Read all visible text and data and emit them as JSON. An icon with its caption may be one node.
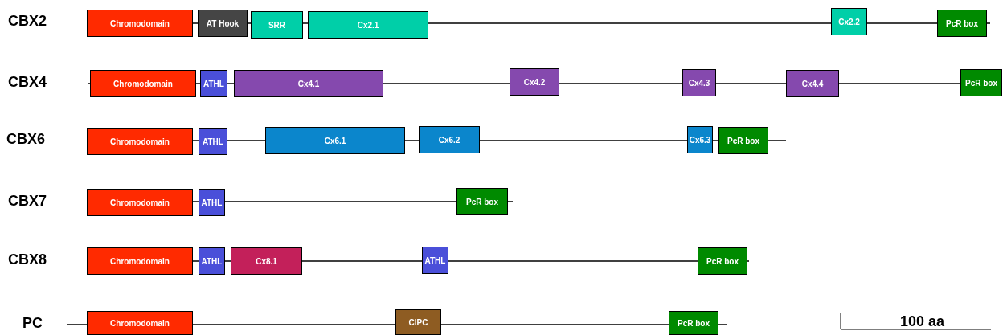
{
  "diagram": {
    "nodes": [
      {
        "text": [
          "Chromodomain"
        ]
      },
      {
        "text": [
          "AT Hook"
        ]
      },
      {
        "text": [
          "SRR"
        ]
      },
      {
        "text": [
          "Cx2.1"
        ]
      },
      {
        "text": [
          "Cx2.2"
        ]
      },
      {
        "text": [
          "PcR box"
        ]
      },
      {
        "text": [
          "Chromodomain"
        ]
      },
      {
        "text": [
          "ATHL"
        ]
      },
      {
        "text": [
          "Cx4.1"
        ]
      },
      {
        "text": [
          "Cx4.2"
        ]
      },
      {
        "text": [
          "Cx4.3"
        ]
      },
      {
        "text": [
          "Cx4.4"
        ]
      },
      {
        "text": [
          "PcR box"
        ]
      },
      {
        "text": [
          "Chromodomain"
        ]
      },
      {
        "text": [
          "ATHL"
        ]
      },
      {
        "text": [
          "Cx6.1"
        ]
      },
      {
        "text": [
          "Cx6.2"
        ]
      },
      {
        "text": [
          "Cx6.3"
        ]
      },
      {
        "text": [
          "PcR box"
        ]
      },
      {
        "text": [
          "Chromodomain"
        ]
      },
      {
        "text": [
          "ATHL"
        ]
      },
      {
        "text": [
          "PcR box"
        ]
      },
      {
        "text": [
          "Chromodomain"
        ]
      },
      {
        "text": [
          "ATHL"
        ]
      },
      {
        "text": [
          "Cx8.1"
        ]
      },
      {
        "text": [
          "ATHL"
        ]
      },
      {
        "text": [
          "PcR box"
        ]
      },
      {
        "text": [
          "Chromodomain"
        ]
      },
      {
        "text": [
          "CIPC"
        ]
      },
      {
        "text": [
          "PcR box"
        ]
      }
    ],
    "edges": [
      {
        "from": 0,
        "to": 1,
        "arrow": "none"
      },
      {
        "from": 1,
        "to": 2,
        "arrow": "none"
      },
      {
        "from": 2,
        "to": 3,
        "arrow": "none"
      },
      {
        "from": 3,
        "to": 4,
        "arrow": "none"
      },
      {
        "from": 4,
        "to": 5,
        "arrow": "none"
      },
      {
        "from": 6,
        "to": 7,
        "arrow": "none"
      },
      {
        "from": 7,
        "to": 8,
        "arrow": "none"
      },
      {
        "from": 8,
        "to": 9,
        "arrow": "none"
      },
      {
        "from": 9,
        "to": 10,
        "arrow": "none"
      },
      {
        "from": 10,
        "to": 11,
        "arrow": "none"
      },
      {
        "from": 11,
        "to": 12,
        "arrow": "none"
      },
      {
        "from": 13,
        "to": 14,
        "arrow": "none"
      },
      {
        "from": 14,
        "to": 15,
        "arrow": "none"
      },
      {
        "from": 15,
        "to": 16,
        "arrow": "none"
      },
      {
        "from": 16,
        "to": 17,
        "arrow": "none"
      },
      {
        "from": 17,
        "to": 18,
        "arrow": "none"
      },
      {
        "from": 19,
        "to": 20,
        "arrow": "none"
      },
      {
        "from": 20,
        "to": 21,
        "arrow": "none"
      },
      {
        "from": 22,
        "to": 23,
        "arrow": "none"
      },
      {
        "from": 23,
        "to": 24,
        "arrow": "none"
      },
      {
        "from": 24,
        "to": 25,
        "arrow": "none"
      },
      {
        "from": 25,
        "to": 26,
        "arrow": "none"
      },
      {
        "from": 27,
        "to": 28,
        "arrow": "none"
      },
      {
        "from": 28,
        "to": 29,
        "arrow": "none"
      }
    ],
    "labels": [
      "CBX2",
      "CBX4",
      "CBX6",
      "CBX7",
      "CBX8",
      "PC",
      "100 aa"
    ]
  }
}
